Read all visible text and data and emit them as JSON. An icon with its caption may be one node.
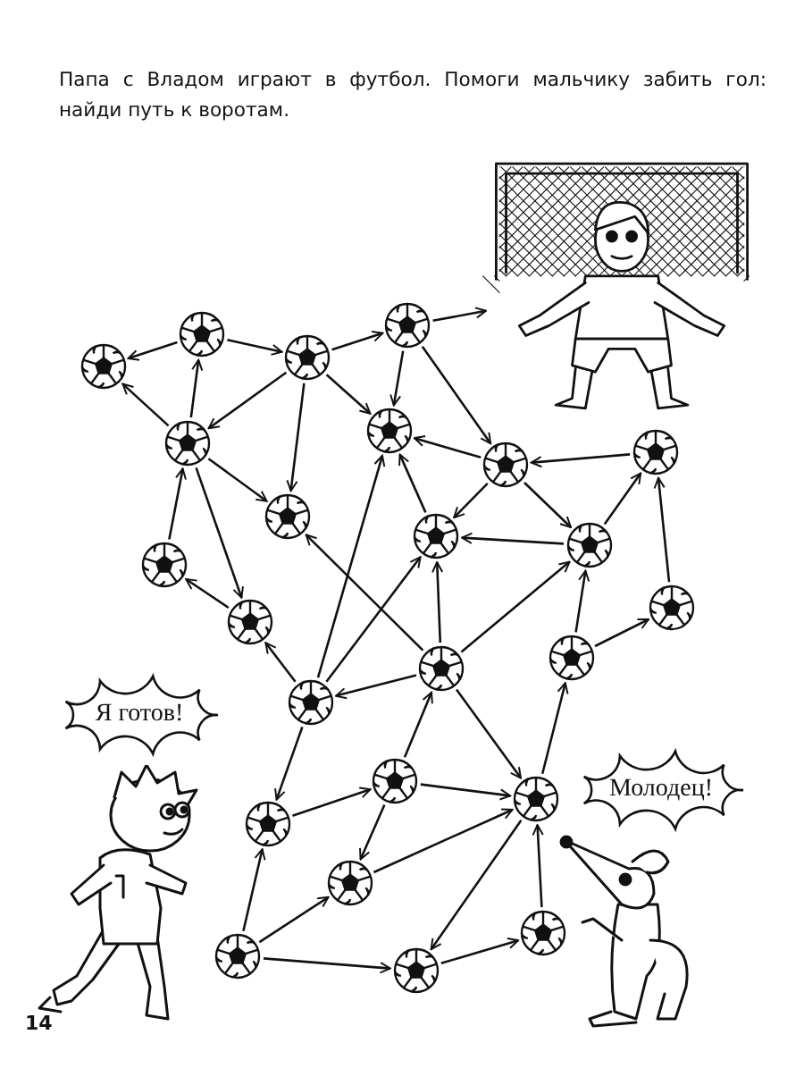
{
  "diagram": {
    "title": "Папа с Владом играют в футбол. Помоги мальчику забить гол: найди путь к воротам.",
    "nodes": [
      {
        "text": [],
        "shape": "picture"
      },
      {
        "text": [],
        "shape": "ball"
      },
      {
        "text": [],
        "shape": "ball"
      },
      {
        "text": [],
        "shape": "ball"
      },
      {
        "text": [],
        "shape": "ball"
      },
      {
        "text": [],
        "shape": "ball"
      },
      {
        "text": [],
        "shape": "ball"
      },
      {
        "text": [],
        "shape": "ball"
      },
      {
        "text": [],
        "shape": "ball"
      },
      {
        "text": [],
        "shape": "ball"
      },
      {
        "text": [],
        "shape": "ball"
      },
      {
        "text": [],
        "shape": "ball"
      },
      {
        "text": [],
        "shape": "ball"
      },
      {
        "text": [],
        "shape": "ball"
      },
      {
        "text": [],
        "shape": "ball"
      },
      {
        "text": [],
        "shape": "ball"
      },
      {
        "text": [],
        "shape": "ball"
      },
      {
        "text": [],
        "shape": "ball"
      },
      {
        "text": [
          "Я готов!"
        ]
      },
      {
        "text": [
          "Молодец!"
        ]
      },
      {
        "text": [],
        "shape": "ball"
      },
      {
        "text": [],
        "shape": "ball"
      },
      {
        "text": [],
        "shape": "ball"
      },
      {
        "text": [],
        "shape": "ball"
      },
      {
        "text": [],
        "shape": "ball"
      },
      {
        "text": [],
        "shape": "ball"
      },
      {
        "text": [],
        "shape": "ball"
      }
    ],
    "edges": [
      {
        "from": 2,
        "to": 4,
        "arrow": "to"
      },
      {
        "from": 2,
        "to": 3,
        "arrow": "to"
      },
      {
        "from": 6,
        "to": 4,
        "arrow": "to"
      },
      {
        "from": 6,
        "to": 2,
        "arrow": "to"
      },
      {
        "from": 3,
        "to": 6,
        "arrow": "to"
      },
      {
        "from": 3,
        "to": 9,
        "arrow": "to"
      },
      {
        "from": 3,
        "to": 5,
        "arrow": "to"
      },
      {
        "from": 3,
        "to": 1,
        "arrow": "to"
      },
      {
        "from": 1,
        "to": 5,
        "arrow": "to"
      },
      {
        "from": 6,
        "to": 9,
        "arrow": "to"
      },
      {
        "from": 6,
        "to": 14,
        "arrow": "to"
      },
      {
        "from": 12,
        "to": 6,
        "arrow": "to"
      },
      {
        "from": 14,
        "to": 12,
        "arrow": "to"
      },
      {
        "from": 17,
        "to": 14,
        "arrow": "to"
      },
      {
        "from": 17,
        "to": 5,
        "arrow": "to"
      },
      {
        "from": 17,
        "to": 10,
        "arrow": "to"
      },
      {
        "from": 16,
        "to": 9,
        "arrow": "to"
      },
      {
        "from": 8,
        "to": 5,
        "arrow": "to"
      },
      {
        "from": 10,
        "to": 5,
        "arrow": "to"
      },
      {
        "from": 1,
        "to": 0,
        "arrow": "to"
      },
      {
        "from": 1,
        "to": 8,
        "arrow": "to"
      },
      {
        "from": 7,
        "to": 8,
        "arrow": "to"
      },
      {
        "from": 8,
        "to": 10,
        "arrow": "to"
      },
      {
        "from": 8,
        "to": 11,
        "arrow": "to"
      },
      {
        "from": 11,
        "to": 10,
        "arrow": "to"
      },
      {
        "from": 11,
        "to": 7,
        "arrow": "to"
      },
      {
        "from": 13,
        "to": 7,
        "arrow": "to"
      },
      {
        "from": 15,
        "to": 13,
        "arrow": "to"
      },
      {
        "from": 15,
        "to": 11,
        "arrow": "to"
      },
      {
        "from": 16,
        "to": 10,
        "arrow": "to"
      },
      {
        "from": 16,
        "to": 11,
        "arrow": "to"
      },
      {
        "from": 16,
        "to": 17,
        "arrow": "to"
      },
      {
        "from": 16,
        "to": 21,
        "arrow": "to"
      },
      {
        "from": 17,
        "to": 22,
        "arrow": "to"
      },
      {
        "from": 20,
        "to": 16,
        "arrow": "to"
      },
      {
        "from": 22,
        "to": 20,
        "arrow": "to"
      },
      {
        "from": 20,
        "to": 21,
        "arrow": "to"
      },
      {
        "from": 20,
        "to": 23,
        "arrow": "to"
      },
      {
        "from": 23,
        "to": 21,
        "arrow": "to"
      },
      {
        "from": 21,
        "to": 26,
        "arrow": "to"
      },
      {
        "from": 21,
        "to": 15,
        "arrow": "to"
      },
      {
        "from": 25,
        "to": 22,
        "arrow": "to"
      },
      {
        "from": 25,
        "to": 23,
        "arrow": "to"
      },
      {
        "from": 25,
        "to": 26,
        "arrow": "to"
      },
      {
        "from": 26,
        "to": 24,
        "arrow": "to"
      },
      {
        "from": 24,
        "to": 21,
        "arrow": "to"
      }
    ],
    "labels": [
      "14"
    ]
  }
}
